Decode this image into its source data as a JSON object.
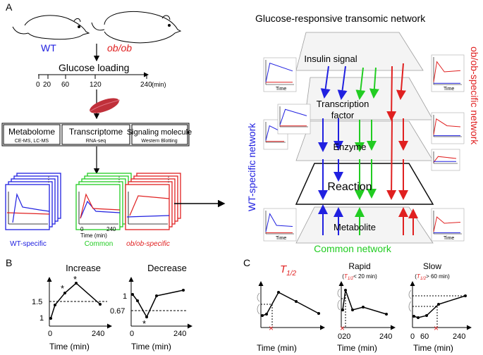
{
  "panels": {
    "a": "A",
    "b": "B",
    "c": "C"
  },
  "panel_a": {
    "wt": "WT",
    "obob": "ob/ob",
    "glucose_loading": "Glucose loading",
    "timeline_ticks": [
      "0",
      "20",
      "60",
      "120",
      "240"
    ],
    "timeline_unit": "(min)",
    "omics": [
      {
        "title": "Metabolome",
        "sub": "CE-MS, LC-MS"
      },
      {
        "title": "Transcriptome",
        "sub": "RNA-seq"
      },
      {
        "title": "Signaling molecule",
        "sub": "Western Blotting"
      }
    ],
    "stack_x0": "0",
    "stack_x1": "240",
    "stack_xlabel": "Time (min)",
    "groups": [
      "WT-specific",
      "Common",
      "ob/ob-specific"
    ]
  },
  "network": {
    "title": "Glucose-responsive transomic network",
    "layers": [
      "Insulin signal",
      "Transcription factor",
      "Enzyme",
      "Reaction",
      "Metabolite"
    ],
    "wt_label": "WT-specific network",
    "obob_label": "ob/ob-specific network",
    "common_label": "Common network",
    "time_label": "Time"
  },
  "panel_b": {
    "increase_title": "Increase",
    "decrease_title": "Decrease",
    "y_15": "1.5",
    "y_1": "1",
    "y_067": "0.67",
    "x0": "0",
    "x240": "240",
    "xlabel": "Time (min)"
  },
  "panel_c": {
    "t_half": "T",
    "t_half_sub": "1/2",
    "rapid": "Rapid",
    "rapid_sub": "< 20 min)",
    "slow": "Slow",
    "slow_sub": "> 60 min)",
    "paren_open": "(",
    "x0": "0",
    "x020": "020",
    "x60": "60",
    "x240": "240",
    "xlabel": "Time (min)"
  },
  "colors": {
    "wt": "#2020e0",
    "obob": "#e02020",
    "common": "#22cc22"
  }
}
